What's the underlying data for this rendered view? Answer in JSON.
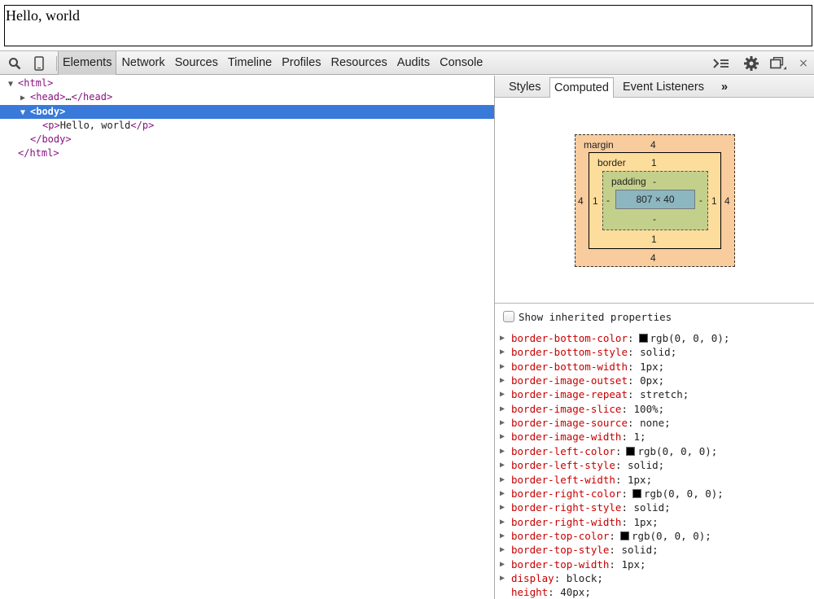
{
  "preview": {
    "text": "Hello, world"
  },
  "toolbar": {
    "tabs": [
      "Elements",
      "Network",
      "Sources",
      "Timeline",
      "Profiles",
      "Resources",
      "Audits",
      "Console"
    ],
    "active_tab": "Elements",
    "close_glyph": "×"
  },
  "tree": {
    "html_open": "<html>",
    "head_open": "<head>",
    "head_ellipsis": "…",
    "head_close": "</head>",
    "body_open": "<body>",
    "p_open": "<p>",
    "p_text": "Hello, world",
    "p_close": "</p>",
    "body_close": "</body>",
    "html_close": "</html>"
  },
  "sidebar": {
    "tabs": [
      "Styles",
      "Computed",
      "Event Listeners"
    ],
    "active_tab": "Computed",
    "more": "»"
  },
  "box_model": {
    "margin_label": "margin",
    "margin_top": "4",
    "margin_bottom": "4",
    "margin_left": "4",
    "margin_right": "4",
    "border_label": "border",
    "border_top": "1",
    "border_bottom": "1",
    "border_left": "1",
    "border_right": "1",
    "padding_label": "padding",
    "padding_top": "-",
    "padding_bottom": "-",
    "padding_left": "-",
    "padding_right": "-",
    "content": "807 × 40"
  },
  "computed": {
    "show_inherited": "Show inherited properties",
    "props": [
      {
        "name": "border-bottom-color",
        "value": "rgb(0, 0, 0);",
        "swatch": "#000000"
      },
      {
        "name": "border-bottom-style",
        "value": "solid;"
      },
      {
        "name": "border-bottom-width",
        "value": "1px;"
      },
      {
        "name": "border-image-outset",
        "value": "0px;"
      },
      {
        "name": "border-image-repeat",
        "value": "stretch;"
      },
      {
        "name": "border-image-slice",
        "value": "100%;"
      },
      {
        "name": "border-image-source",
        "value": "none;"
      },
      {
        "name": "border-image-width",
        "value": "1;"
      },
      {
        "name": "border-left-color",
        "value": "rgb(0, 0, 0);",
        "swatch": "#000000"
      },
      {
        "name": "border-left-style",
        "value": "solid;"
      },
      {
        "name": "border-left-width",
        "value": "1px;"
      },
      {
        "name": "border-right-color",
        "value": "rgb(0, 0, 0);",
        "swatch": "#000000"
      },
      {
        "name": "border-right-style",
        "value": "solid;"
      },
      {
        "name": "border-right-width",
        "value": "1px;"
      },
      {
        "name": "border-top-color",
        "value": "rgb(0, 0, 0);",
        "swatch": "#000000"
      },
      {
        "name": "border-top-style",
        "value": "solid;"
      },
      {
        "name": "border-top-width",
        "value": "1px;"
      },
      {
        "name": "display",
        "value": "block;"
      },
      {
        "name": "height",
        "value": "40px;"
      }
    ]
  },
  "colors": {
    "selection": "#3879d9",
    "tag": "#881280",
    "prop_name": "#c80000",
    "margin": "#f9cc9d",
    "border": "#fddd9b",
    "padding": "#c3d08b",
    "content": "#8cb6c0"
  },
  "icons": [
    "search-icon",
    "device-mode-icon",
    "drawer-icon",
    "settings-gear-icon",
    "dock-icon",
    "close-icon",
    "disclosure-triangle-icon"
  ]
}
